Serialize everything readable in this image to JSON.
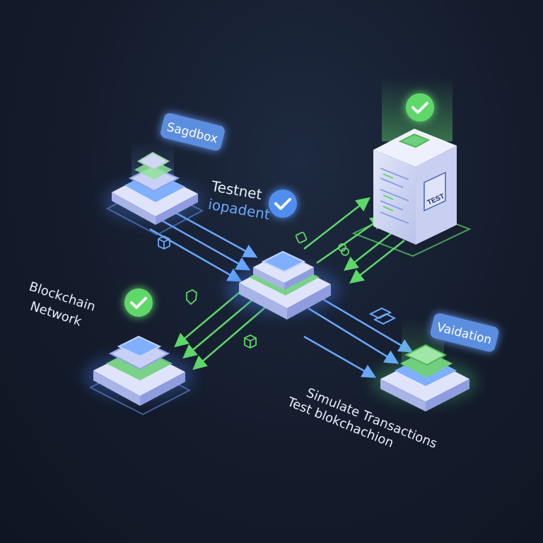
{
  "labels": {
    "sandbox": "Sagdbox",
    "testnet_line1": "Testnet",
    "testnet_line2": "iopadent",
    "blockchain_line1": "Blockchain",
    "blockchain_line2": "Network",
    "validation": "Vaidation",
    "simulate_line1": "Simulate Transactions",
    "simulate_line2": "Test blokchachion",
    "server_badge": "TEST"
  },
  "colors": {
    "background": "#141b2b",
    "accent_green": "#5fd86a",
    "accent_blue": "#6aa8ff",
    "tag_blue": "#5b8ee0",
    "node_face": "#d9def7"
  },
  "nodes": [
    "sandbox-node",
    "hub-node",
    "blockchain-node",
    "validation-node",
    "test-server"
  ],
  "icons": [
    "check-icon",
    "cube-icon",
    "lock-icon",
    "link-icon",
    "shield-icon"
  ]
}
